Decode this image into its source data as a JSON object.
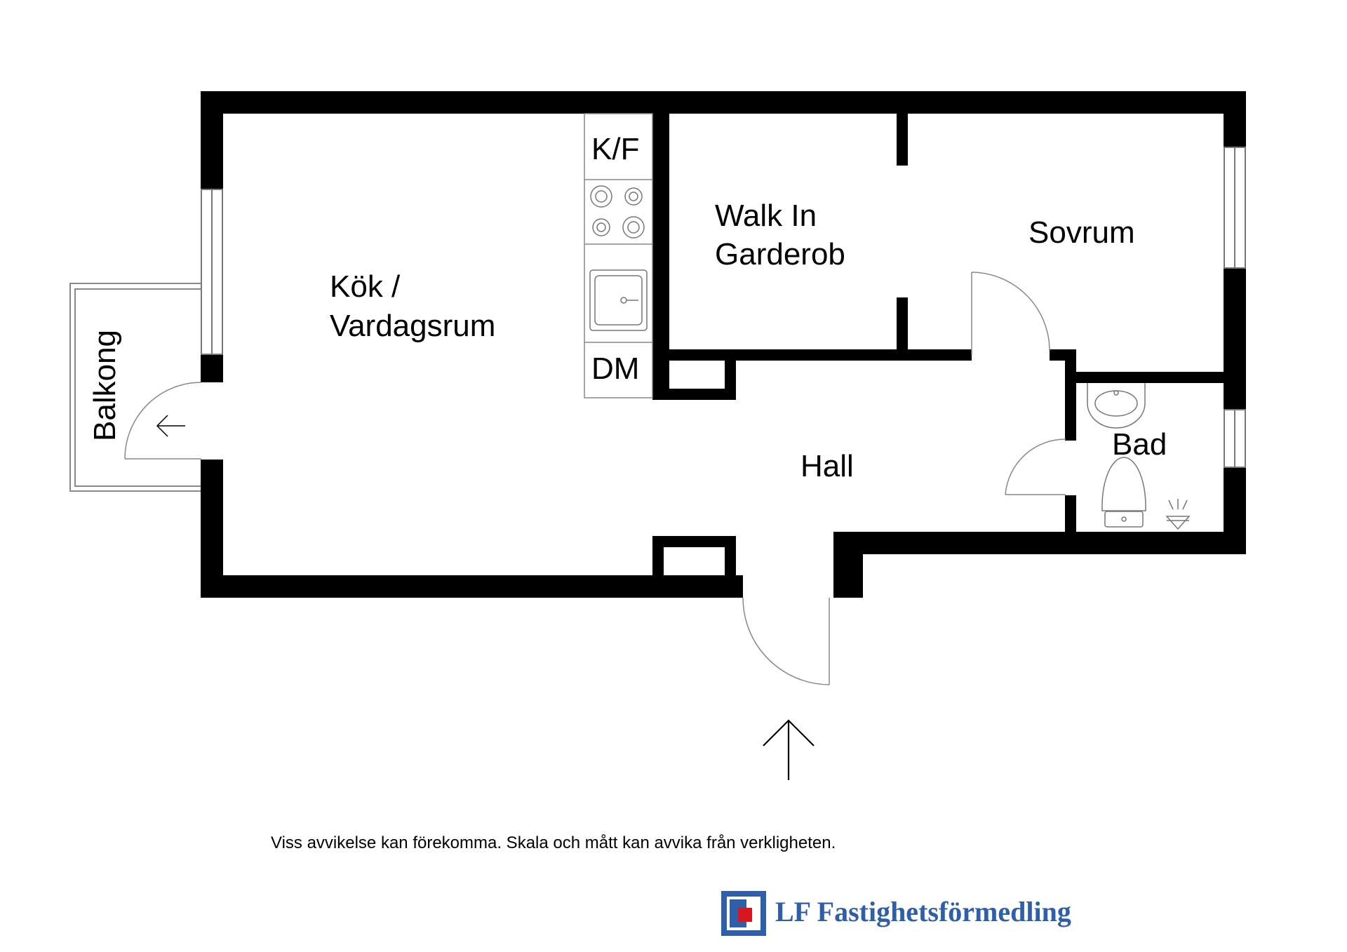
{
  "rooms": {
    "kok_line1": "Kök /",
    "kok_line2": "Vardagsrum",
    "walkin_line1": "Walk In",
    "walkin_line2": "Garderob",
    "sovrum": "Sovrum",
    "hall": "Hall",
    "bad": "Bad",
    "balkong": "Balkong"
  },
  "fixtures": {
    "fridge_freezer": "K/F",
    "dishwasher": "DM"
  },
  "footer": {
    "disclaimer": "Viss avvikelse kan förekomma. Skala och mått kan avvika från verkligheten.",
    "brand": "LF Fastighetsförmedling"
  },
  "colors": {
    "wall": "#000000",
    "brand_blue": "#2e5fa8",
    "brand_red": "#d7161f"
  }
}
